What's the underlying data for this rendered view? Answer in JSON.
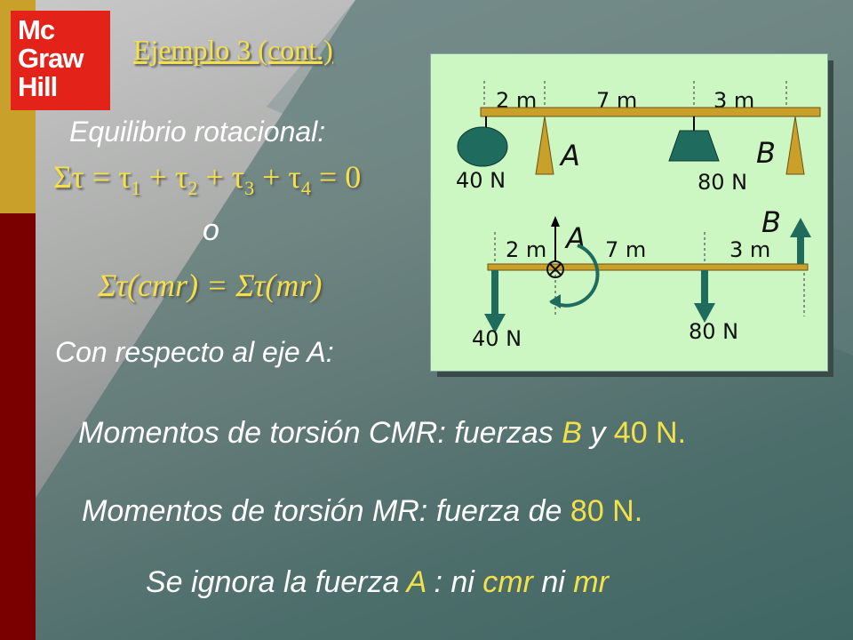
{
  "logo": {
    "line1": "Mc",
    "line2": "Graw",
    "line3": "Hill"
  },
  "title": "Ejemplo 3 (cont.)",
  "equilibrium_label": "Equilibrio rotacional:",
  "equation1": {
    "sum": "Στ = τ",
    "s1": "1",
    "p2": " + τ",
    "s2": "2",
    "p3": " + τ",
    "s3": "3",
    "p4": " + τ",
    "s4": "4",
    "end": " = 0"
  },
  "or_text": "o",
  "equation2": "Στ(cmr) = Στ(mr)",
  "axis_text": "Con respecto al eje A:",
  "line1": {
    "prefix": "Momentos de torsión CMR: fuerzas ",
    "b": "B",
    "mid": " y ",
    "force": "40 N",
    "end": "."
  },
  "line2": {
    "prefix": "Momentos de torsión MR: fuerza de ",
    "force": "80 N",
    "end": "."
  },
  "line3": {
    "prefix": "Se ignora la fuerza ",
    "a": "A",
    "mid": " : ni ",
    "cmr": "cmr",
    "ni": " ni ",
    "mr": "mr"
  },
  "diagram": {
    "top": {
      "d1": "2 m",
      "d2": "7 m",
      "d3": "3 m",
      "labelA": "A",
      "labelB": "B",
      "w1": "40 N",
      "w2": "80 N"
    },
    "bottom": {
      "d1": "2 m",
      "d2": "7 m",
      "d3": "3 m",
      "labelA": "A",
      "labelB": "B",
      "w1": "40 N",
      "w2": "80 N"
    }
  },
  "colors": {
    "gold": "#c9a02a",
    "red": "#7a0000",
    "yellow": "#f4e14a",
    "panel": "#ccf7c3",
    "beam": "#c9a02a",
    "arrow": "#1f6b5e"
  }
}
